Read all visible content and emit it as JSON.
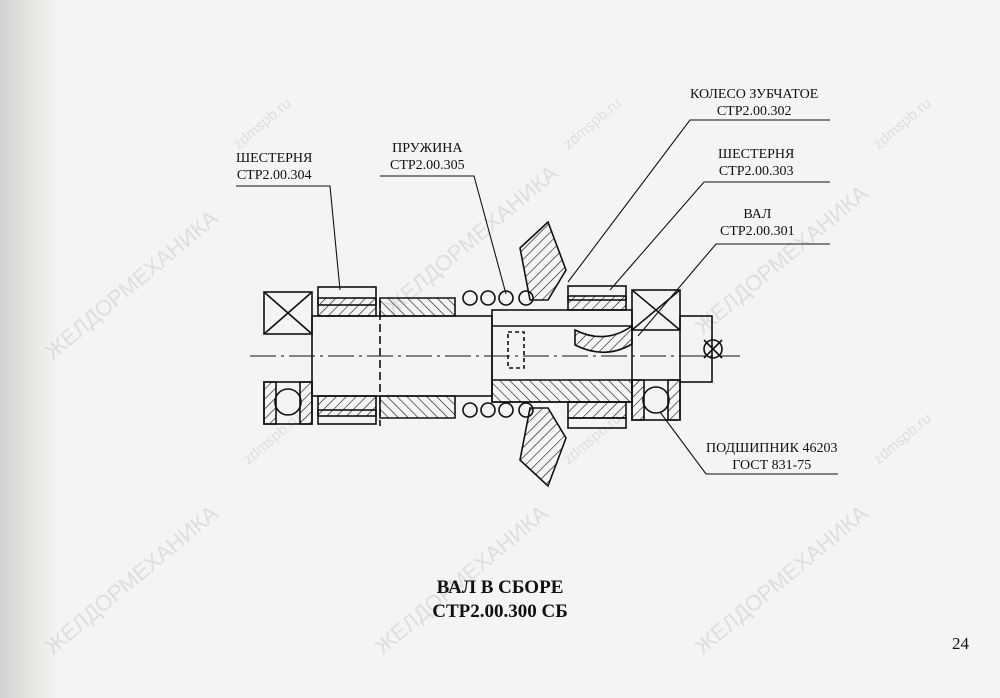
{
  "labels": {
    "gear_wheel": {
      "name": "КОЛЕСО ЗУБЧАТОЕ",
      "code": "СТР2.00.302"
    },
    "pinion_left": {
      "name": "ШЕСТЕРНЯ",
      "code": "СТР2.00.304"
    },
    "spring": {
      "name": "ПРУЖИНА",
      "code": "СТР2.00.305"
    },
    "pinion_right": {
      "name": "ШЕСТЕРНЯ",
      "code": "СТР2.00.303"
    },
    "shaft": {
      "name": "ВАЛ",
      "code": "СТР2.00.301"
    },
    "bearing": {
      "name": "ПОДШИПНИК 46203",
      "code": "ГОСТ 831-75"
    }
  },
  "title": {
    "line1": "ВАЛ В СБОРЕ",
    "line2": "СТР2.00.300 СБ"
  },
  "page_number": "24",
  "watermarks": {
    "brand": "ЖЕЛДОРМЕХАНИКА",
    "site": "zdmspb.ru"
  }
}
